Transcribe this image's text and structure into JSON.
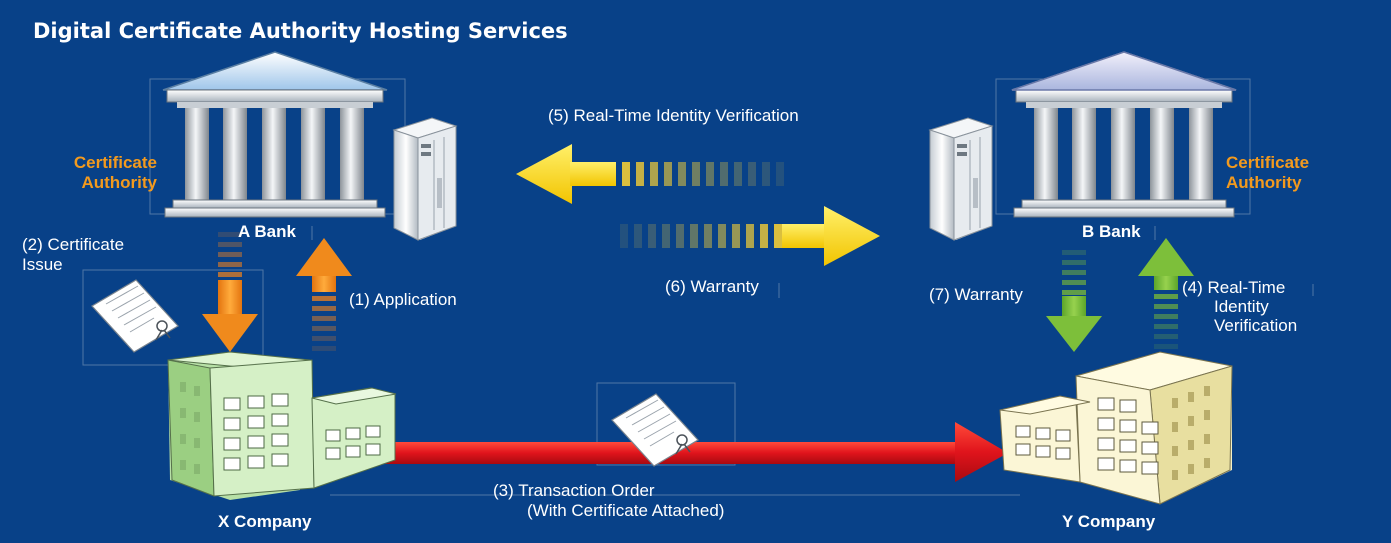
{
  "title": "Digital Certificate Authority Hosting Services",
  "colors": {
    "background": "#084188",
    "certificate_authority": "#f39a1e",
    "orange_arrow": "#f08a1c",
    "yellow_arrow": "#f6d411",
    "green_arrow": "#7dbf3a",
    "red_arrow": "#e0141c"
  },
  "left_bank": {
    "name": "A Bank",
    "role_line1": "Certificate",
    "role_line2": "Authority"
  },
  "right_bank": {
    "name": "B Bank",
    "role_line1": "Certificate",
    "role_line2": "Authority"
  },
  "left_company": {
    "name": "X Company"
  },
  "right_company": {
    "name": "Y Company"
  },
  "steps": {
    "s1": "(1) Application",
    "s2_line1": "(2) Certificate",
    "s2_line2": "Issue",
    "s3_line1": "(3) Transaction Order",
    "s3_line2": "(With Certificate Attached)",
    "s4_line1": "(4) Real-Time",
    "s4_line2": "Identity",
    "s4_line3": "Verification",
    "s5": "(5) Real-Time Identity Verification",
    "s6": "(6) Warranty",
    "s7": "(7) Warranty"
  }
}
